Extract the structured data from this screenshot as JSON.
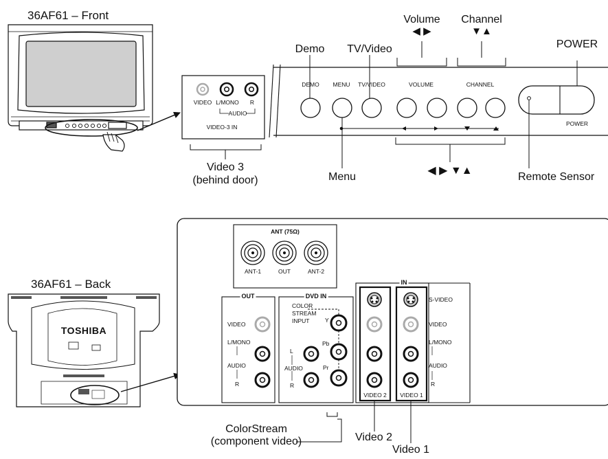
{
  "front": {
    "title": "36AF61 – Front",
    "callouts": {
      "demo": "Demo",
      "tvvideo": "TV/Video",
      "volume": "Volume",
      "volume_arrows": "◀ ▶",
      "channel": "Channel",
      "channel_arrows": "▼▲",
      "power": "POWER",
      "menu": "Menu",
      "arrows": "◀ ▶ ▼▲",
      "remote_sensor": "Remote Sensor",
      "video3_line1": "Video 3",
      "video3_line2": "(behind door)"
    },
    "panel_labels": {
      "demo": "DEMO",
      "menu": "MENU",
      "tvvideo": "TV/VIDEO",
      "volume": "VOLUME",
      "channel": "CHANNEL",
      "power": "POWER"
    },
    "jack_labels": {
      "video": "VIDEO",
      "lmono": "L/MONO",
      "r": "R",
      "audio": "AUDIO",
      "in": "VIDEO-3 IN"
    }
  },
  "back": {
    "title": "36AF61 – Back",
    "brand": "TOSHIBA",
    "ant": {
      "title": "ANT (75Ω)",
      "labels": [
        "ANT-1",
        "OUT",
        "ANT-2"
      ]
    },
    "out": {
      "title": "OUT",
      "video": "VIDEO",
      "lmono": "L/MONO",
      "audio": "AUDIO",
      "r": "R"
    },
    "dvd": {
      "title": "DVD IN",
      "color1": "COLOR",
      "color2": "STREAM",
      "color3": "INPUT",
      "y": "Y",
      "pb": "Pb",
      "pr": "Pr",
      "l": "L",
      "audio": "AUDIO",
      "r": "R"
    },
    "in": {
      "title": "IN",
      "svideo": "S-VIDEO",
      "video": "VIDEO",
      "lmono": "L/MONO",
      "audio": "AUDIO",
      "r": "R",
      "video2": "VIDEO 2",
      "video1": "VIDEO 1"
    },
    "callouts": {
      "colorstream_line1": "ColorStream",
      "colorstream_line2": "(component video)",
      "video2": "Video 2",
      "video1": "Video 1"
    }
  }
}
